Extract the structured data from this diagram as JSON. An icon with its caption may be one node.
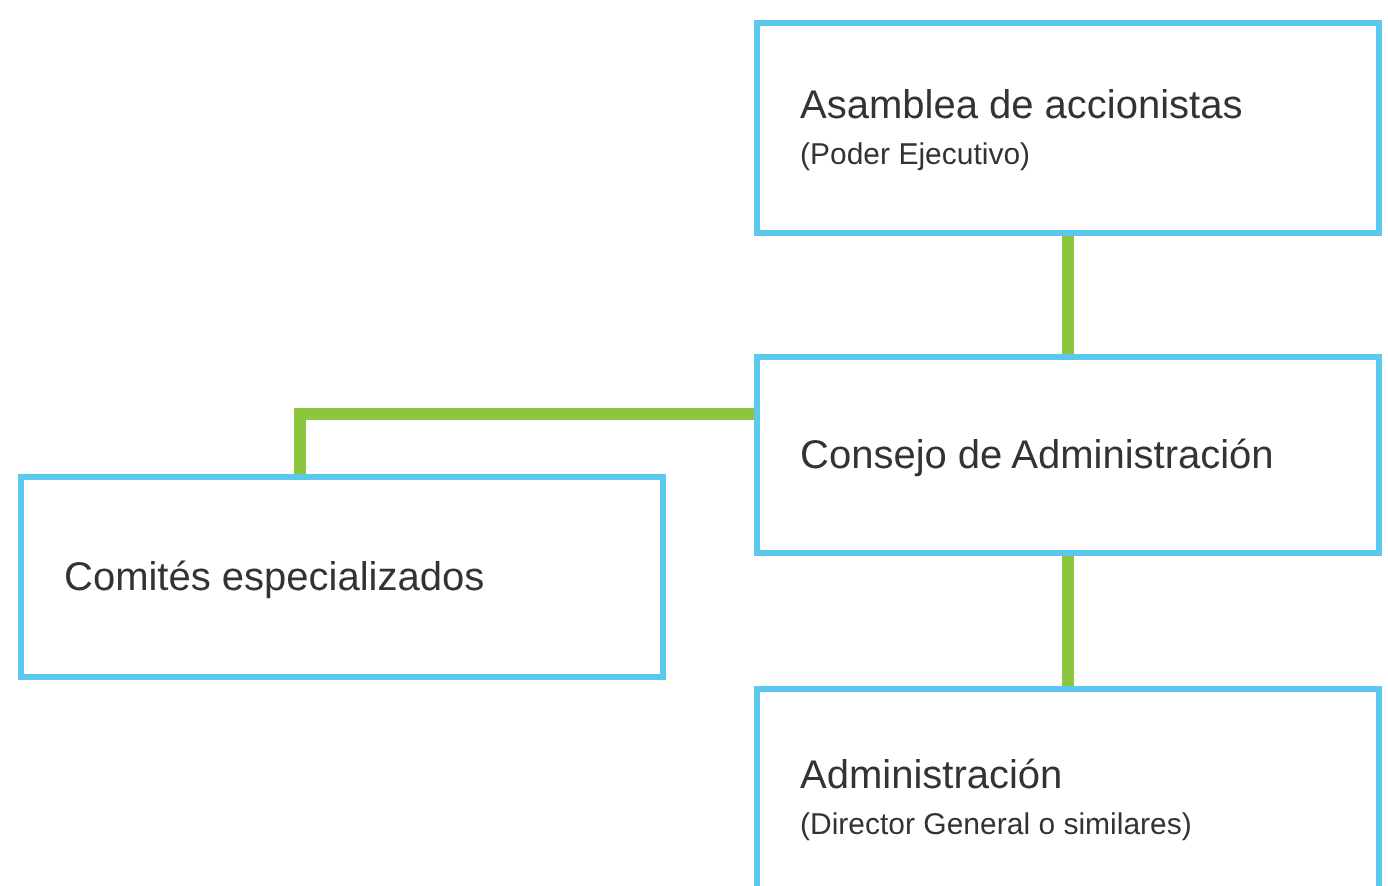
{
  "diagram": {
    "nodes": [
      {
        "text": [
          "Asamblea de accionistas",
          "(Poder Ejecutivo)"
        ]
      },
      {
        "text": [
          "Consejo de Administración"
        ]
      },
      {
        "text": [
          "Comités especializados"
        ]
      },
      {
        "text": [
          "Administración",
          "(Director General o similares)"
        ]
      }
    ],
    "edges": [
      {
        "from": 0,
        "to": 1,
        "arrow": "none"
      },
      {
        "from": 1,
        "to": 2,
        "arrow": "none"
      },
      {
        "from": 1,
        "to": 3,
        "arrow": "none"
      }
    ]
  }
}
